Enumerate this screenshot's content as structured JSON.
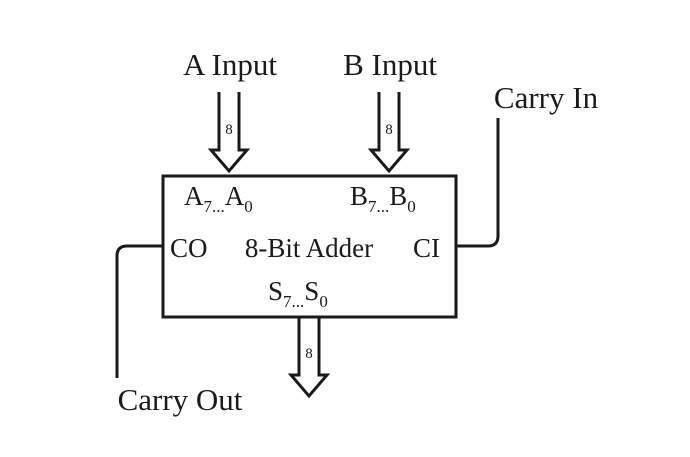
{
  "inputs": {
    "a_label": "A Input",
    "b_label": "B Input",
    "carry_in_label": "Carry In"
  },
  "outputs": {
    "carry_out_label": "Carry Out"
  },
  "bus_width": "8",
  "adder": {
    "title": "8-Bit Adder",
    "carry_out_pin": "CO",
    "carry_in_pin": "CI",
    "a_port": {
      "hi": "A",
      "hi_sub": "7",
      "ellipsis": "...",
      "lo": "A",
      "lo_sub": "0"
    },
    "b_port": {
      "hi": "B",
      "hi_sub": "7",
      "ellipsis": "...",
      "lo": "B",
      "lo_sub": "0"
    },
    "s_port": {
      "hi": "S",
      "hi_sub": "7",
      "ellipsis": "...",
      "lo": "S",
      "lo_sub": "0"
    }
  }
}
